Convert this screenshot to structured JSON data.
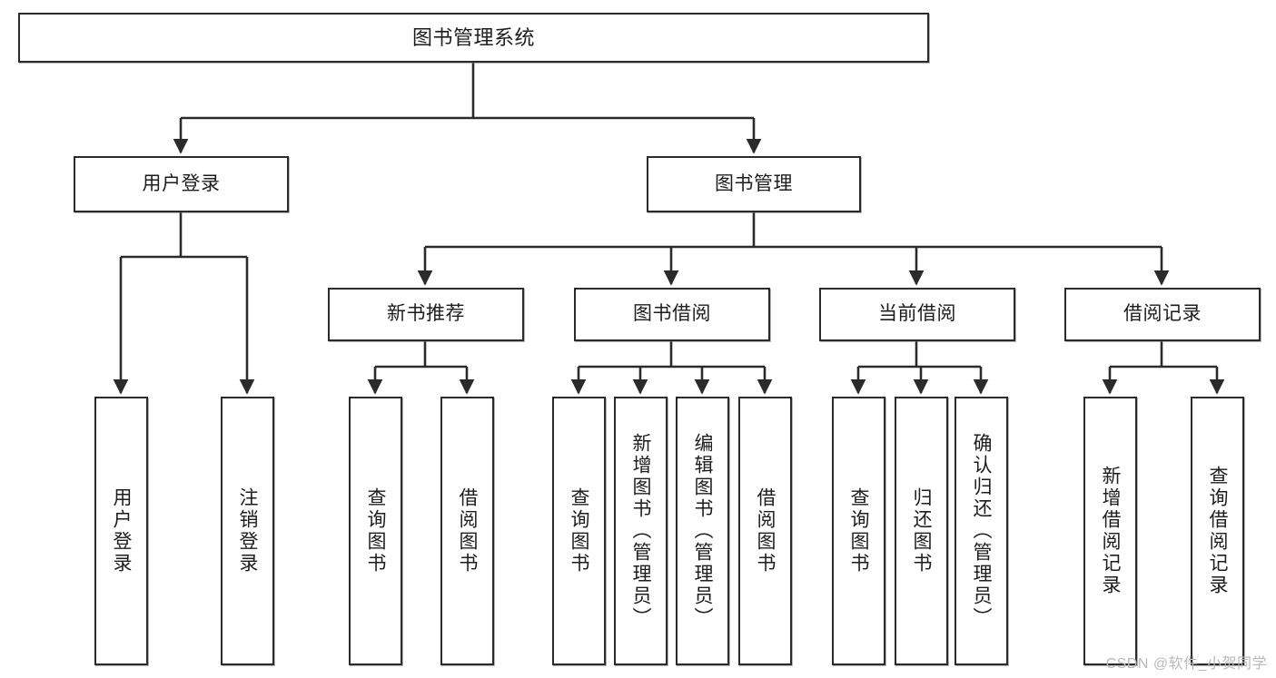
{
  "diagram": {
    "title": "图书管理系统",
    "type": "tree",
    "watermark": "CSDN @软件_小贺同学",
    "colors": {
      "box_border": "#2b2b2b",
      "box_fill": "#ffffff",
      "edge": "#2b2b2b",
      "text": "#1d1d1d",
      "watermark": "#b9b9b9"
    },
    "nodes": {
      "root": {
        "label": "图书管理系统"
      },
      "level1": [
        {
          "id": "user-login",
          "label": "用户登录"
        },
        {
          "id": "book-management",
          "label": "图书管理"
        }
      ],
      "level2": [
        {
          "id": "new-book-recommend",
          "label": "新书推荐"
        },
        {
          "id": "book-borrow",
          "label": "图书借阅"
        },
        {
          "id": "current-borrow",
          "label": "当前借阅"
        },
        {
          "id": "borrow-record",
          "label": "借阅记录"
        }
      ],
      "leaves": {
        "user_login": [
          {
            "id": "leaf-user-login",
            "label": "用户登录"
          },
          {
            "id": "leaf-logout-login",
            "label": "注销登录"
          }
        ],
        "new_book_recommend": [
          {
            "id": "leaf-query-book-1",
            "label": "查询图书"
          },
          {
            "id": "leaf-borrow-book-1",
            "label": "借阅图书"
          }
        ],
        "book_borrow": [
          {
            "id": "leaf-query-book-2",
            "label": "查询图书"
          },
          {
            "id": "leaf-add-book",
            "label": "新增图书（管理员）"
          },
          {
            "id": "leaf-edit-book",
            "label": "编辑图书（管理员）"
          },
          {
            "id": "leaf-borrow-book-2",
            "label": "借阅图书"
          }
        ],
        "current_borrow": [
          {
            "id": "leaf-query-book-3",
            "label": "查询图书"
          },
          {
            "id": "leaf-return-book",
            "label": "归还图书"
          },
          {
            "id": "leaf-confirm-return",
            "label": "确认归还（管理员）"
          }
        ],
        "borrow_record": [
          {
            "id": "leaf-add-record",
            "label": "新增借阅记录"
          },
          {
            "id": "leaf-query-record",
            "label": "查询借阅记录"
          }
        ]
      }
    }
  }
}
